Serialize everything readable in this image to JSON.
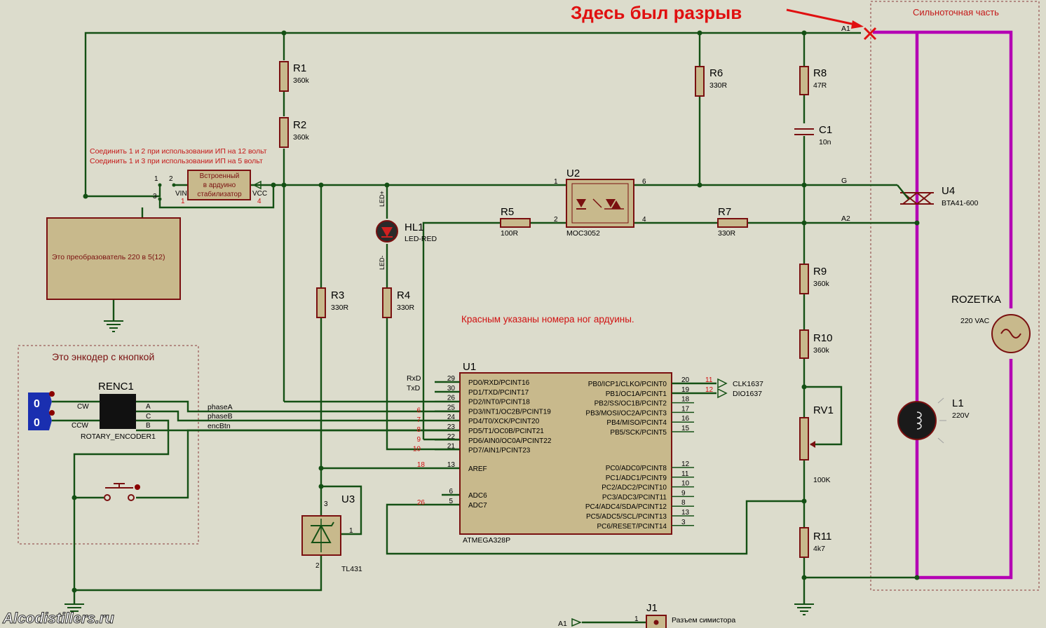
{
  "annotations": {
    "break_here": "Здесь был разрыв",
    "power_section": "Сильноточная часть",
    "encoder_box": "Это энкодер с кнопкой",
    "arduino_pins_note": "Красным указаны номера ног ардуины.",
    "jumper_note_12v": "Соединить 1 и 2 при использовании ИП на 12 вольт",
    "jumper_note_5v": "Соединить 1 и 3 при использовании ИП на 5 вольт",
    "converter": "Это преобразователь 220 в 5(12)",
    "regulator_line1": "Встроенный",
    "regulator_line2": "в ардуино",
    "regulator_line3": "стабилизатор",
    "watermark": "Alcodistillers.ru",
    "connector_label": "Разъем симистора"
  },
  "components": {
    "R1": {
      "ref": "R1",
      "value": "360k"
    },
    "R2": {
      "ref": "R2",
      "value": "360k"
    },
    "R3": {
      "ref": "R3",
      "value": "330R"
    },
    "R4": {
      "ref": "R4",
      "value": "330R"
    },
    "R5": {
      "ref": "R5",
      "value": "100R"
    },
    "R6": {
      "ref": "R6",
      "value": "330R"
    },
    "R7": {
      "ref": "R7",
      "value": "330R"
    },
    "R8": {
      "ref": "R8",
      "value": "47R"
    },
    "R9": {
      "ref": "R9",
      "value": "360k"
    },
    "R10": {
      "ref": "R10",
      "value": "360k"
    },
    "R11": {
      "ref": "R11",
      "value": "4k7"
    },
    "C1": {
      "ref": "C1",
      "value": "10n"
    },
    "RV1": {
      "ref": "RV1",
      "value": "100K"
    },
    "U1": {
      "ref": "U1",
      "value": "ATMEGA328P"
    },
    "U2": {
      "ref": "U2",
      "value": "MOC3052"
    },
    "U3": {
      "ref": "U3",
      "value": "TL431"
    },
    "U4": {
      "ref": "U4",
      "value": "BTA41-600"
    },
    "HL1": {
      "ref": "HL1",
      "value": "LED-RED"
    },
    "L1": {
      "ref": "L1",
      "value": "220V"
    },
    "ROZETKA": {
      "ref": "ROZETKA",
      "value": "220 VAC"
    },
    "RENC1": {
      "ref": "RENC1",
      "value": "ROTARY_ENCODER1"
    },
    "J1": {
      "ref": "J1"
    }
  },
  "u1_left_pins": [
    {
      "num": "29",
      "name": "PD0/RXD/PCINT16",
      "ard": "",
      "net": "RxD"
    },
    {
      "num": "30",
      "name": "PD1/TXD/PCINT17",
      "ard": "",
      "net": "TxD"
    },
    {
      "num": "26",
      "name": "PD2/INT0/PCINT18",
      "ard": "",
      "net": ""
    },
    {
      "num": "25",
      "name": "PD3/INT1/OC2B/PCINT19",
      "ard": "6",
      "net": ""
    },
    {
      "num": "24",
      "name": "PD4/T0/XCK/PCINT20",
      "ard": "7",
      "net": ""
    },
    {
      "num": "23",
      "name": "PD5/T1/OC0B/PCINT21",
      "ard": "8",
      "net": ""
    },
    {
      "num": "22",
      "name": "PD6/AIN0/OC0A/PCINT22",
      "ard": "9",
      "net": ""
    },
    {
      "num": "21",
      "name": "PD7/AIN1/PCINT23",
      "ard": "10",
      "net": ""
    }
  ],
  "u1_aref": {
    "num": "13",
    "name": "AREF",
    "ard": "18"
  },
  "u1_adc": [
    {
      "num": "6",
      "name": "ADC6",
      "ard": ""
    },
    {
      "num": "5",
      "name": "ADC7",
      "ard": "26"
    }
  ],
  "u1_right_pins_top": [
    {
      "num": "20",
      "name": "PB0/ICP1/CLKO/PCINT0",
      "ard": "11",
      "net": "CLK1637"
    },
    {
      "num": "19",
      "name": "PB1/OC1A/PCINT1",
      "ard": "12",
      "net": "DIO1637"
    },
    {
      "num": "18",
      "name": "PB2/SS/OC1B/PCINT2",
      "ard": "",
      "net": ""
    },
    {
      "num": "17",
      "name": "PB3/MOSI/OC2A/PCINT3",
      "ard": "",
      "net": ""
    },
    {
      "num": "16",
      "name": "PB4/MISO/PCINT4",
      "ard": "",
      "net": ""
    },
    {
      "num": "15",
      "name": "PB5/SCK/PCINT5",
      "ard": "",
      "net": ""
    }
  ],
  "u1_right_pins_bottom": [
    {
      "num": "12",
      "name": "PC0/ADC0/PCINT8"
    },
    {
      "num": "11",
      "name": "PC1/ADC1/PCINT9"
    },
    {
      "num": "10",
      "name": "PC2/ADC2/PCINT10"
    },
    {
      "num": "9",
      "name": "PC3/ADC3/PCINT11"
    },
    {
      "num": "8",
      "name": "PC4/ADC4/SDA/PCINT12"
    },
    {
      "num": "13",
      "name": "PC5/ADC5/SCL/PCINT13"
    },
    {
      "num": "3",
      "name": "PC6/RESET/PCINT14"
    }
  ],
  "nets": {
    "A1": "A1",
    "A2": "A2",
    "G": "G",
    "phaseA": "phaseA",
    "phaseB": "phaseB",
    "encBtn": "encBtn",
    "VIN": "VIN",
    "VCC": "VCC",
    "CW": "CW",
    "CCW": "CCW",
    "A": "A",
    "C": "C",
    "B": "B",
    "LED_plus": "LED+",
    "LED_minus": "LED-"
  },
  "pin_numbers": {
    "jumper_1": "1",
    "jumper_2": "2",
    "jumper_3": "3",
    "reg_vin": "1",
    "reg_vcc": "4",
    "u2_1": "1",
    "u2_2": "2",
    "u2_6": "6",
    "u2_4": "4",
    "u3_1": "1",
    "u3_2": "2",
    "u3_3": "3",
    "j1_1": "1",
    "enc_knob": "0"
  },
  "colors": {
    "background": "#dcdccc",
    "wire": "#145014",
    "power_wire": "#b400b4",
    "component_outline": "#7a1010",
    "component_fill": "#c8b98c",
    "annotation_red": "#d01010",
    "encoder_connector": "#1a2fb0"
  }
}
